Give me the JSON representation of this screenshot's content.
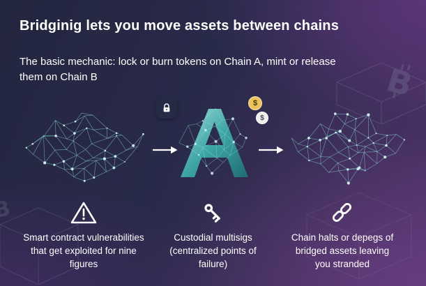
{
  "colors": {
    "background_navy": "#23263f",
    "background_purple": "#4c3268",
    "mesh_teal": "#8ce6e1",
    "bridge_teal_light": "#a9ece6",
    "bridge_teal_dark": "#1f6f78",
    "text": "#ffffff",
    "lock_badge_bg": "#252a45",
    "coin_gold": "#ecc35b",
    "coin_silver": "#eef0ee"
  },
  "header": {
    "title": "Bridginig lets you move assets between chains",
    "subtitle": "The basic mechanic: lock or burn tokens on Chain A, mint or release them on Chain B"
  },
  "flow": {
    "stages": [
      "chain-a-network",
      "bridge",
      "chain-b-network"
    ],
    "coin_symbol": "$"
  },
  "risks": [
    {
      "icon": "warning-triangle-icon",
      "text": "Smart contract vulnerabilities that get exploited for nine figures"
    },
    {
      "icon": "key-icon",
      "text": "Custodial multisigs (centralized points of failure)"
    },
    {
      "icon": "chain-link-icon",
      "text": "Chain halts or depegs of bridged assets leaving you stranded"
    }
  ]
}
